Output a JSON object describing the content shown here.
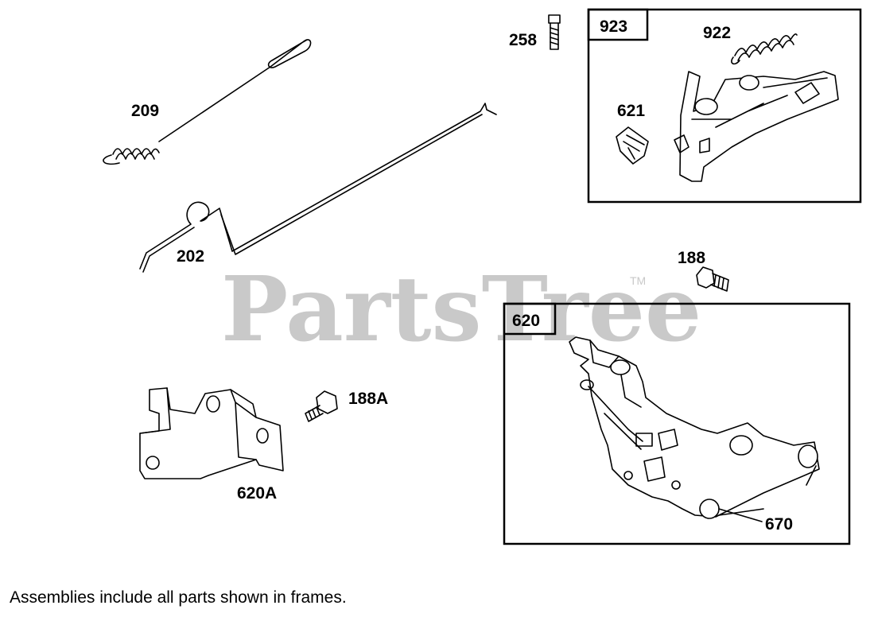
{
  "watermark": {
    "text": "PartsTree",
    "trademark": "TM"
  },
  "frames": [
    {
      "id": "923"
    },
    {
      "id": "620"
    }
  ],
  "labels": {
    "p209": "209",
    "p202": "202",
    "p258": "258",
    "p922": "922",
    "p621": "621",
    "p188": "188",
    "p188A": "188A",
    "p620A": "620A",
    "p670": "670"
  },
  "footer_note": "Assemblies include all parts shown in frames."
}
